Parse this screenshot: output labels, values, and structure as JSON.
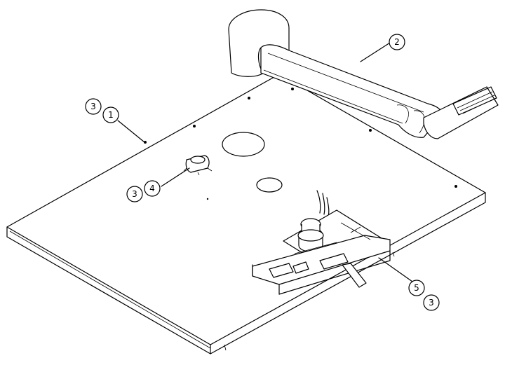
{
  "diagram": {
    "callouts": {
      "c1": "1",
      "c2": "2",
      "c3a": "3",
      "c3b": "3",
      "c3c": "3",
      "c4": "4",
      "c5": "5"
    }
  }
}
